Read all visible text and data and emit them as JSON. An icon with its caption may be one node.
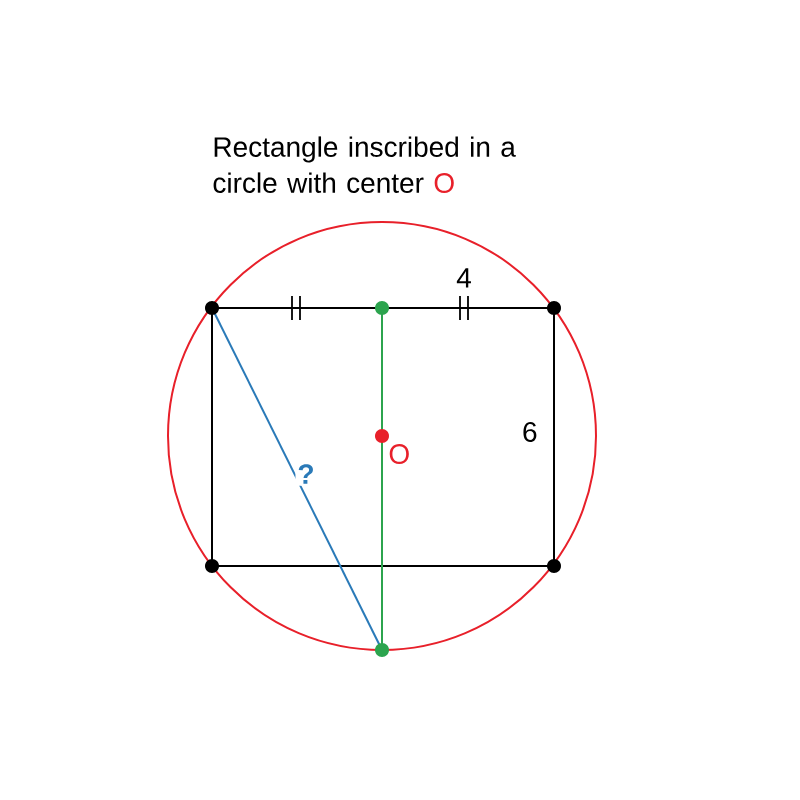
{
  "diagram": {
    "title": "Rectangle inscribed in a circle with center",
    "nodes": [
      {
        "text": [],
        "shape": "circle"
      },
      {
        "text": [],
        "shape": "circle"
      },
      {
        "text": [],
        "shape": "circle"
      },
      {
        "text": [],
        "shape": "circle",
        "beside": [
          "O"
        ]
      },
      {
        "text": [],
        "shape": "circle"
      },
      {
        "text": [],
        "shape": "circle"
      },
      {
        "text": [],
        "shape": "circle"
      }
    ],
    "edges": [
      {
        "from": 0,
        "to": 1,
        "arrow": "none"
      },
      {
        "from": 1,
        "to": 2,
        "arrow": "none",
        "label": "4"
      },
      {
        "from": 2,
        "to": 5,
        "arrow": "none",
        "label": "6"
      },
      {
        "from": 5,
        "to": 4,
        "arrow": "none"
      },
      {
        "from": 4,
        "to": 0,
        "arrow": "none"
      },
      {
        "from": 0,
        "to": 6,
        "arrow": "none",
        "label": "?",
        "color": "#2a7ab8"
      },
      {
        "from": 1,
        "to": 3,
        "arrow": "none",
        "color": "#2ca44e"
      },
      {
        "from": 3,
        "to": 6,
        "arrow": "none",
        "color": "#2ca44e"
      }
    ],
    "labels": [
      "O"
    ]
  }
}
